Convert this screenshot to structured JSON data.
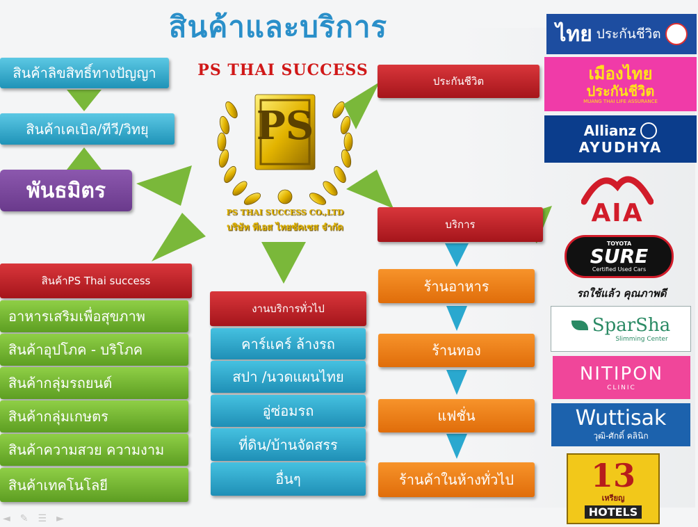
{
  "title": "สินค้าและบริการ",
  "brand": "PS THAI SUCCESS",
  "center_logo": {
    "monogram": "PS",
    "company_en": "PS THAI SUCCESS CO.,LTD",
    "company_th": "บริษัท พีเอส ไทยซัคเซส จำกัด"
  },
  "left_chain": {
    "ip_products": "สินค้าลิขสิทธิ์ทางปัญญา",
    "cable_tv_radio": "สินค้าเคเบิล/ทีวี/วิทยุ",
    "partners": "พันธมิตร"
  },
  "products": {
    "header": "สินค้าPS Thai success",
    "items": [
      "อาหารเสริมเพื่อสุขภาพ",
      "สินค้าอุปโภค - บริโภค",
      "สินค้ากลุ่มรถยนต์",
      "สินค้ากลุ่มเกษตร",
      "สินค้าความสวย ความงาม",
      "สินค้าเทคโนโลยี"
    ]
  },
  "general_services": {
    "header": "งานบริการทั่วไป",
    "items": [
      "คาร์แคร์ ล้างรถ",
      "สปา /นวดแผนไทย",
      "อู่ซ่อมรถ",
      "ที่ดิน/บ้านจัดสรร",
      "อื่นๆ"
    ]
  },
  "insurance": {
    "header": "ประกันชีวิต"
  },
  "services": {
    "header": "บริการ",
    "items": [
      "ร้านอาหาร",
      "ร้านทอง",
      "แฟชั่น",
      "ร้านค้าในห้างทั่วไป"
    ]
  },
  "partner_logos": {
    "thai_life": {
      "word": "ไทย",
      "text": "ประกันชีวิต"
    },
    "muang_thai": {
      "line1": "เมืองไทย",
      "line2": "ประกันชีวิต",
      "line3": "MUANG THAI LIFE ASSURANCE"
    },
    "allianz": {
      "line1": "Allianz",
      "line2": "AYUDHYA"
    },
    "aia": {
      "text": "AIA"
    },
    "toyota_sure": {
      "brand": "TOYOTA",
      "text": "SURE",
      "sub": "Certified Used Cars",
      "tagline": "รถใช้แล้ว คุณภาพดี"
    },
    "sparsha": {
      "text": "SparSha",
      "sub": "Slimming Center"
    },
    "nitipon": {
      "text": "NITIPON",
      "sub": "CLINIC"
    },
    "wuttisak": {
      "text": "Wuttisak",
      "sub": "วุฒิ-ศักดิ์ คลินิก"
    },
    "hotel13": {
      "number": "13",
      "th": "เหรียญ",
      "text": "HOTELS"
    }
  },
  "colors": {
    "title": "#2a8fc9",
    "brand": "#d01818",
    "teal": "#1f93b8",
    "red": "#a5151b",
    "green": "#6aab2a",
    "orange": "#ef7d12",
    "purple": "#7a479d",
    "arrow_green": "#7ab83a",
    "arrow_teal": "#2aa8cf"
  }
}
